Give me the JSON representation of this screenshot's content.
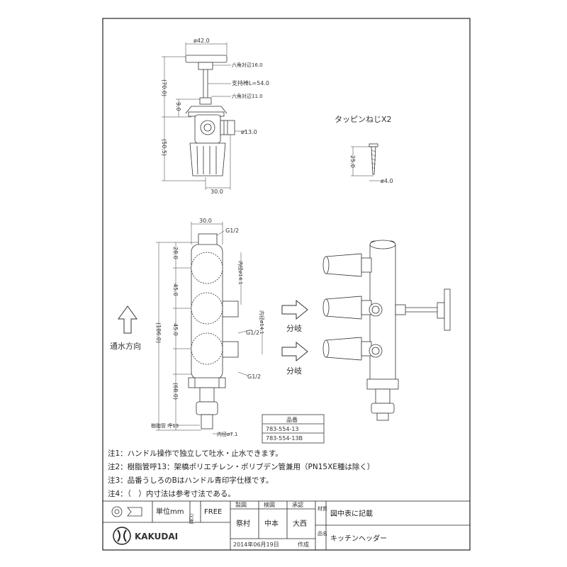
{
  "side_view": {
    "dia_top": "ø42.0",
    "hex1": "六角対辺16.0",
    "shaft": "支持棒L=54.0",
    "hex2": "六角対辺11.0",
    "h70": "(70.0)",
    "d9": "9.0",
    "dia13": "ø13.0",
    "h50": "(50.5)",
    "w30": "30.0"
  },
  "screw": {
    "title": "タッピンねじX2",
    "len": "25.0",
    "dia": "ø4.0"
  },
  "front_view": {
    "w30": "30.0",
    "g_top": "G1/2",
    "d28": "28.0",
    "d45a": "45.0",
    "d45b": "45.0",
    "total": "(186.0)",
    "d68": "(68.0)",
    "inner1": "内径ø14.1",
    "inner2": "内径ø14.1",
    "g_mid": "G1/2",
    "g_bot": "G1/2",
    "pipe": "樹脂管 呼13",
    "inner3": "内径ø7.1",
    "flow": "通水方向",
    "branch1": "分岐",
    "branch2": "分岐"
  },
  "part_table": {
    "header": "品番",
    "rows": [
      "783-554-13",
      "783-554-13B"
    ]
  },
  "notes": [
    "注1：ハンドル操作で独立して吐水・止水できます。",
    "注2：樹脂管呼13：架橋ポリエチレン・ポリブデン管兼用（PN15XE種は除く）",
    "注3：品番うしろのBはハンドル青印字仕様です。",
    "注4：（　）内寸法は参考寸法である。"
  ],
  "title_block": {
    "unit": "単位mm",
    "scale_label": "尺度",
    "scale_value": "FREE",
    "draw_label": "製図",
    "check_label": "検図",
    "approve_label": "承認",
    "drafter": "祭村",
    "checker": "中本",
    "approver": "大西",
    "material_label": "材質",
    "material": "図中表に記載",
    "name_label": "品名",
    "name": "キッチンヘッダー",
    "date": "2014年06月19日",
    "made": "作成",
    "company": "KAKUDAI"
  }
}
